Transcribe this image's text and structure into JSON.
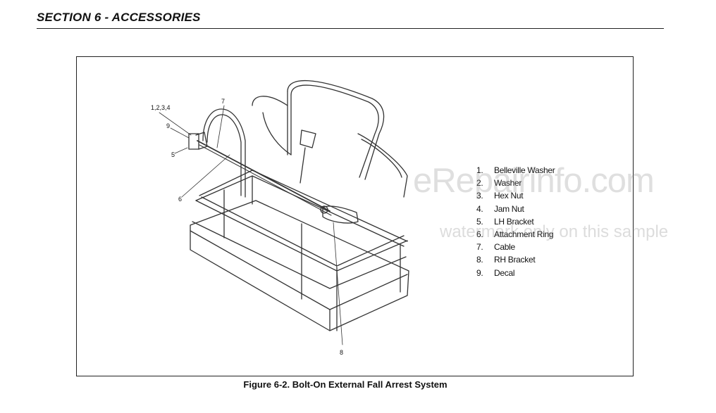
{
  "header": {
    "section_title": "SECTION 6 - ACCESSORIES"
  },
  "figure": {
    "caption": "Figure 6-2. Bolt-On External Fall Arrest System",
    "callouts": {
      "c1234": "1,2,3,4",
      "c9": "9",
      "c5": "5",
      "c7": "7",
      "c6": "6",
      "c8": "8"
    },
    "legend": [
      {
        "num": "1.",
        "label": "Belleville Washer"
      },
      {
        "num": "2.",
        "label": "Washer"
      },
      {
        "num": "3.",
        "label": "Hex Nut"
      },
      {
        "num": "4.",
        "label": "Jam Nut"
      },
      {
        "num": "5.",
        "label": "LH Bracket"
      },
      {
        "num": "6.",
        "label": "Attachment Ring"
      },
      {
        "num": "7.",
        "label": "Cable"
      },
      {
        "num": "8.",
        "label": "RH Bracket"
      },
      {
        "num": "9.",
        "label": "Decal"
      }
    ]
  },
  "watermark": {
    "brand": "eRepairinfo.com",
    "notice": "watermark only on this sample"
  }
}
